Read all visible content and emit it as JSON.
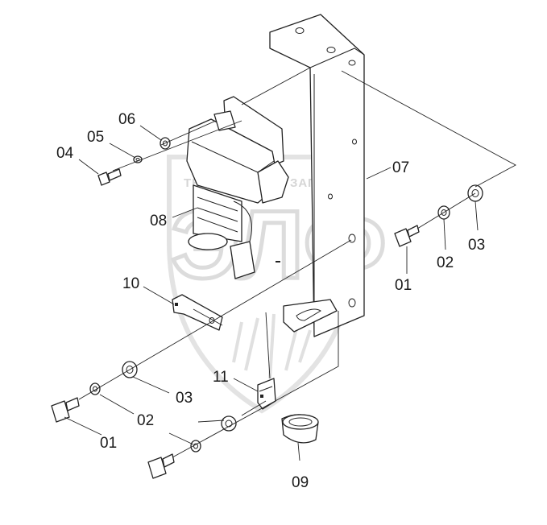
{
  "watermark": {
    "text_left": "ТЕХНИКА",
    "text_right": "ЗАПЧАСТИ",
    "logo": "ЭЛФ"
  },
  "callouts": [
    {
      "id": "c-01-right",
      "label": "01"
    },
    {
      "id": "c-02-right",
      "label": "02"
    },
    {
      "id": "c-03-right",
      "label": "03"
    },
    {
      "id": "c-04",
      "label": "04"
    },
    {
      "id": "c-05",
      "label": "05"
    },
    {
      "id": "c-06",
      "label": "06"
    },
    {
      "id": "c-07",
      "label": "07"
    },
    {
      "id": "c-08",
      "label": "08"
    },
    {
      "id": "c-09",
      "label": "09"
    },
    {
      "id": "c-10",
      "label": "10"
    },
    {
      "id": "c-11",
      "label": "11"
    },
    {
      "id": "c-03-left",
      "label": "03"
    },
    {
      "id": "c-02-left",
      "label": "02"
    },
    {
      "id": "c-01-left",
      "label": "01"
    }
  ]
}
